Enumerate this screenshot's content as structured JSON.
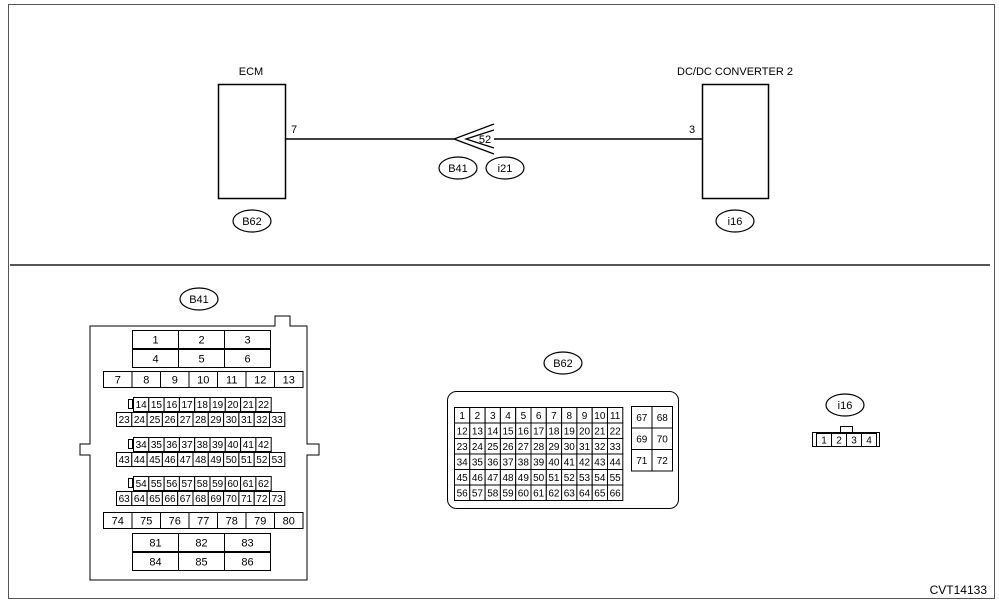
{
  "top": {
    "left_component": {
      "title": "ECM",
      "pin": "7",
      "connector": "B62"
    },
    "right_component": {
      "title": "DC/DC CONVERTER 2",
      "pin": "3",
      "connector": "i16"
    },
    "junction": {
      "pin": "52",
      "connector_a": "B41",
      "connector_b": "i21"
    }
  },
  "b41": {
    "label": "B41",
    "row_a": [
      "1",
      "2",
      "3"
    ],
    "row_b": [
      "4",
      "5",
      "6"
    ],
    "row_c": [
      "7",
      "8",
      "9",
      "10",
      "11",
      "12",
      "13"
    ],
    "group1_top": [
      "14",
      "15",
      "16",
      "17",
      "18",
      "19",
      "20",
      "21",
      "22"
    ],
    "group1_bottom": [
      "23",
      "24",
      "25",
      "26",
      "27",
      "28",
      "29",
      "30",
      "31",
      "32",
      "33"
    ],
    "group2_top": [
      "34",
      "35",
      "36",
      "37",
      "38",
      "39",
      "40",
      "41",
      "42"
    ],
    "group2_bottom": [
      "43",
      "44",
      "45",
      "46",
      "47",
      "48",
      "49",
      "50",
      "51",
      "52",
      "53"
    ],
    "group3_top": [
      "54",
      "55",
      "56",
      "57",
      "58",
      "59",
      "60",
      "61",
      "62"
    ],
    "group3_bottom": [
      "63",
      "64",
      "65",
      "66",
      "67",
      "68",
      "69",
      "70",
      "71",
      "72",
      "73"
    ],
    "row_d": [
      "74",
      "75",
      "76",
      "77",
      "78",
      "79",
      "80"
    ],
    "row_e": [
      "81",
      "82",
      "83"
    ],
    "row_f": [
      "84",
      "85",
      "86"
    ]
  },
  "b62": {
    "label": "B62",
    "rows": [
      [
        "1",
        "2",
        "3",
        "4",
        "5",
        "6",
        "7",
        "8",
        "9",
        "10",
        "11"
      ],
      [
        "12",
        "13",
        "14",
        "15",
        "16",
        "17",
        "18",
        "19",
        "20",
        "21",
        "22"
      ],
      [
        "23",
        "24",
        "25",
        "26",
        "27",
        "28",
        "29",
        "30",
        "31",
        "32",
        "33"
      ],
      [
        "34",
        "35",
        "36",
        "37",
        "38",
        "39",
        "40",
        "41",
        "42",
        "43",
        "44"
      ],
      [
        "45",
        "46",
        "47",
        "48",
        "49",
        "50",
        "51",
        "52",
        "53",
        "54",
        "55"
      ],
      [
        "56",
        "57",
        "58",
        "59",
        "60",
        "61",
        "62",
        "63",
        "64",
        "65",
        "66"
      ]
    ],
    "side_rows": [
      [
        "67",
        "68"
      ],
      [
        "69",
        "70"
      ],
      [
        "71",
        "72"
      ]
    ]
  },
  "i16": {
    "label": "i16",
    "pins": [
      "1",
      "2",
      "3",
      "4"
    ]
  },
  "code": "CVT14133"
}
